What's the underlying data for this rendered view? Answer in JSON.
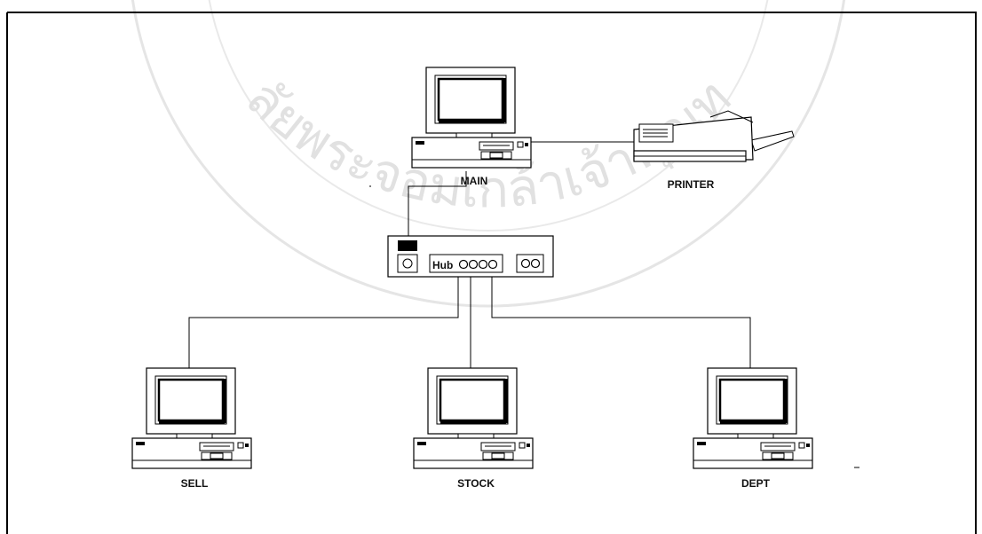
{
  "diagram": {
    "nodes": {
      "main": "MAIN",
      "printer": "PRINTER",
      "hub": "Hub",
      "sell": "SELL",
      "stock": "STOCK",
      "dept": "DEPT"
    },
    "watermark_text": "ลัยพระจอมเกล้าเจ้าคุณท"
  }
}
